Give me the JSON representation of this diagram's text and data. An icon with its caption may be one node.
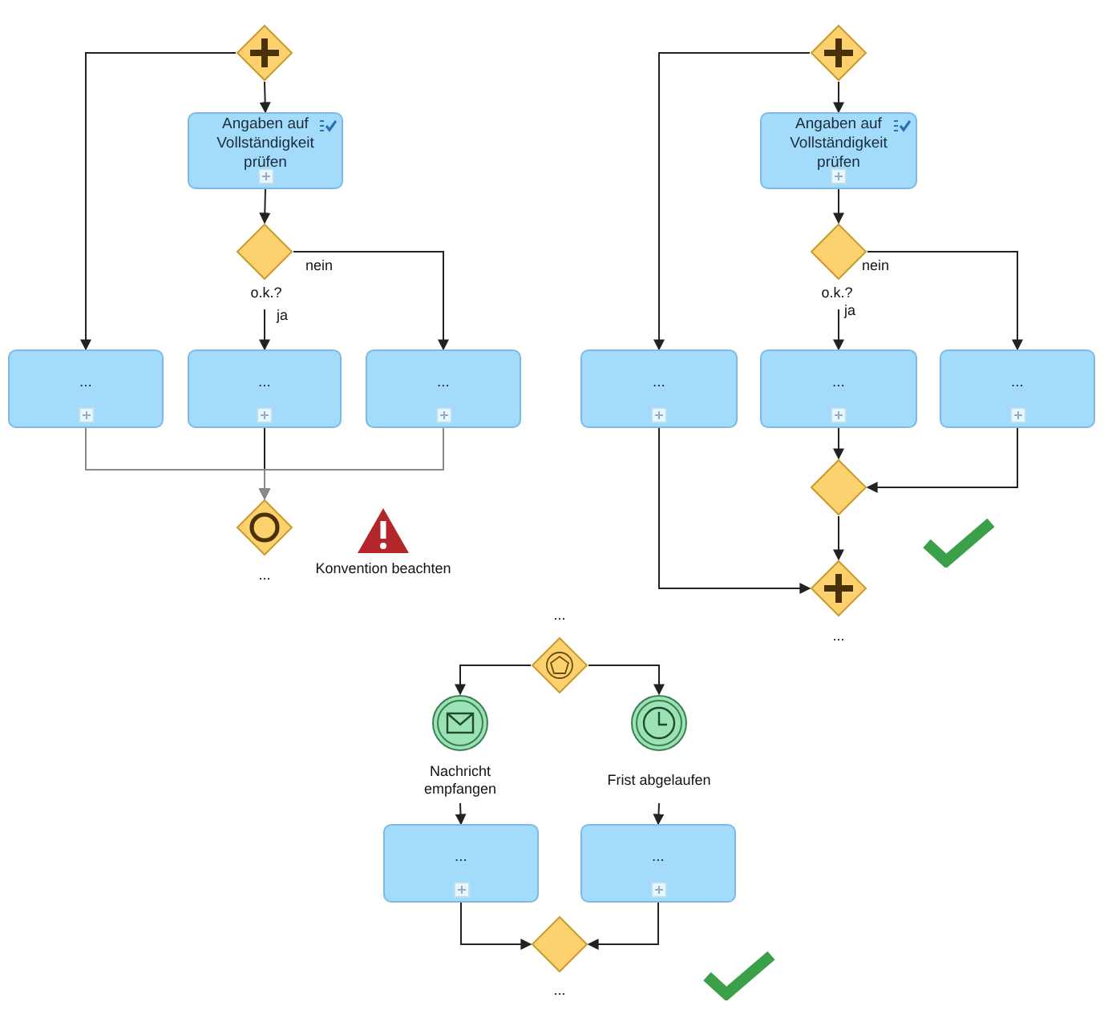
{
  "diagram": {
    "nodes": [
      {
        "text": [],
        "shape": "diamond"
      },
      {
        "text": [
          "Angaben auf Vollständigkeit prüfen"
        ]
      },
      {
        "text": [],
        "shape": "diamond",
        "beside": [
          "o.k.?"
        ]
      },
      {
        "text": [
          "..."
        ]
      },
      {
        "text": [
          "..."
        ]
      },
      {
        "text": [
          "..."
        ]
      },
      {
        "text": [],
        "shape": "diamond",
        "beside": [
          "..."
        ]
      },
      {
        "text": [],
        "shape": "diamond"
      },
      {
        "text": [
          "Angaben auf Vollständigkeit prüfen"
        ]
      },
      {
        "text": [],
        "shape": "diamond",
        "beside": [
          "o.k.?"
        ]
      },
      {
        "text": [
          "..."
        ]
      },
      {
        "text": [
          "..."
        ]
      },
      {
        "text": [
          "..."
        ]
      },
      {
        "text": [],
        "shape": "diamond"
      },
      {
        "text": [],
        "shape": "diamond",
        "beside": [
          "..."
        ]
      },
      {
        "text": [],
        "shape": "diamond",
        "beside": [
          "..."
        ]
      },
      {
        "text": [],
        "shape": "circle",
        "beside": [
          "Nachricht empfangen"
        ]
      },
      {
        "text": [],
        "shape": "circle",
        "beside": [
          "Frist abgelaufen"
        ]
      },
      {
        "text": [
          "..."
        ]
      },
      {
        "text": [
          "..."
        ]
      },
      {
        "text": [],
        "shape": "diamond",
        "beside": [
          "..."
        ]
      }
    ],
    "edges": [
      {
        "from": 0,
        "to": 1,
        "arrow": "to"
      },
      {
        "from": 0,
        "to": 3,
        "arrow": "to"
      },
      {
        "from": 1,
        "to": 2,
        "arrow": "to"
      },
      {
        "from": 2,
        "to": 4,
        "arrow": "to",
        "label": "ja"
      },
      {
        "from": 2,
        "to": 5,
        "arrow": "to",
        "label": "nein"
      },
      {
        "from": 3,
        "to": 6,
        "arrow": "to",
        "color": "#8a8a8a"
      },
      {
        "from": 4,
        "to": 6,
        "arrow": "to"
      },
      {
        "from": 5,
        "to": 6,
        "arrow": "to",
        "color": "#8a8a8a"
      },
      {
        "from": 7,
        "to": 8,
        "arrow": "to"
      },
      {
        "from": 7,
        "to": 10,
        "arrow": "to"
      },
      {
        "from": 8,
        "to": 9,
        "arrow": "to"
      },
      {
        "from": 9,
        "to": 11,
        "arrow": "to",
        "label": "ja"
      },
      {
        "from": 9,
        "to": 12,
        "arrow": "to",
        "label": "nein"
      },
      {
        "from": 10,
        "to": 14,
        "arrow": "to"
      },
      {
        "from": 11,
        "to": 13,
        "arrow": "to"
      },
      {
        "from": 12,
        "to": 13,
        "arrow": "to"
      },
      {
        "from": 13,
        "to": 14,
        "arrow": "to"
      },
      {
        "from": 15,
        "to": 16,
        "arrow": "to"
      },
      {
        "from": 15,
        "to": 17,
        "arrow": "to"
      },
      {
        "from": 16,
        "to": 18,
        "arrow": "to"
      },
      {
        "from": 17,
        "to": 19,
        "arrow": "to"
      },
      {
        "from": 18,
        "to": 20,
        "arrow": "to"
      },
      {
        "from": 19,
        "to": 20,
        "arrow": "to"
      }
    ],
    "labels": [
      "Konvention beachten"
    ]
  }
}
